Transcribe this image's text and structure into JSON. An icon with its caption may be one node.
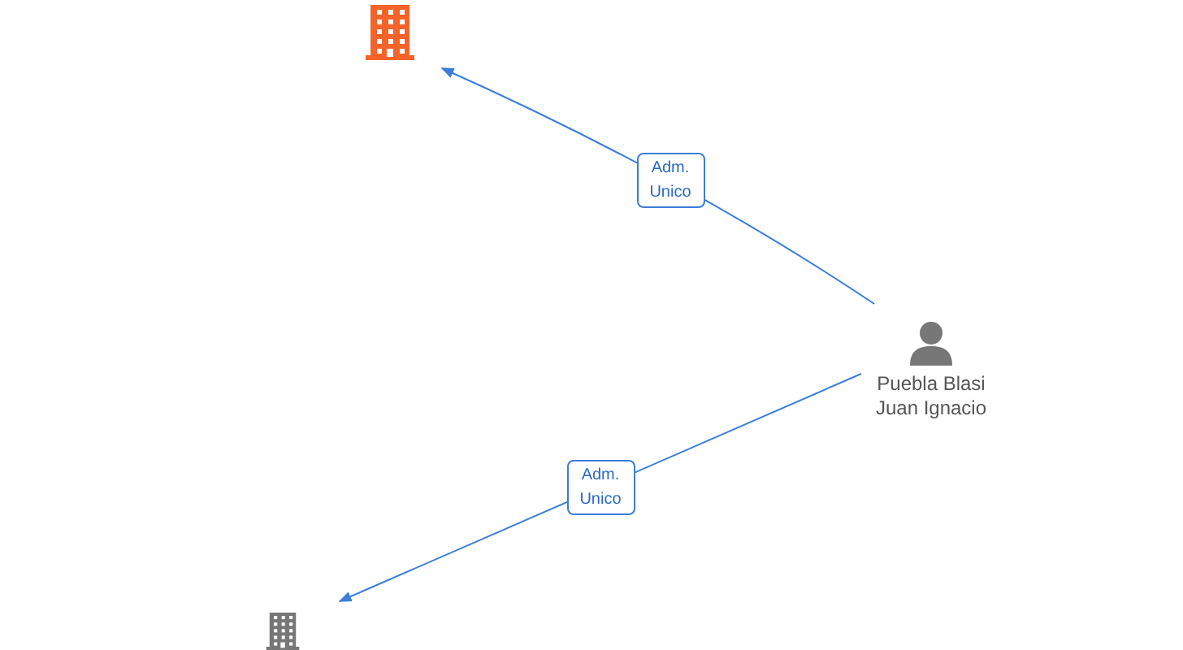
{
  "diagram": {
    "nodes": [
      {
        "text": [],
        "shape": "building"
      },
      {
        "text": [
          "Puebla Blasi Juan Ignacio"
        ]
      },
      {
        "text": [],
        "shape": "building"
      }
    ],
    "edges": [
      {
        "from": 1,
        "to": 0,
        "arrow": "to",
        "label": "Adm. Unico"
      },
      {
        "from": 1,
        "to": 2,
        "arrow": "to",
        "label": "Adm. Unico"
      }
    ]
  }
}
